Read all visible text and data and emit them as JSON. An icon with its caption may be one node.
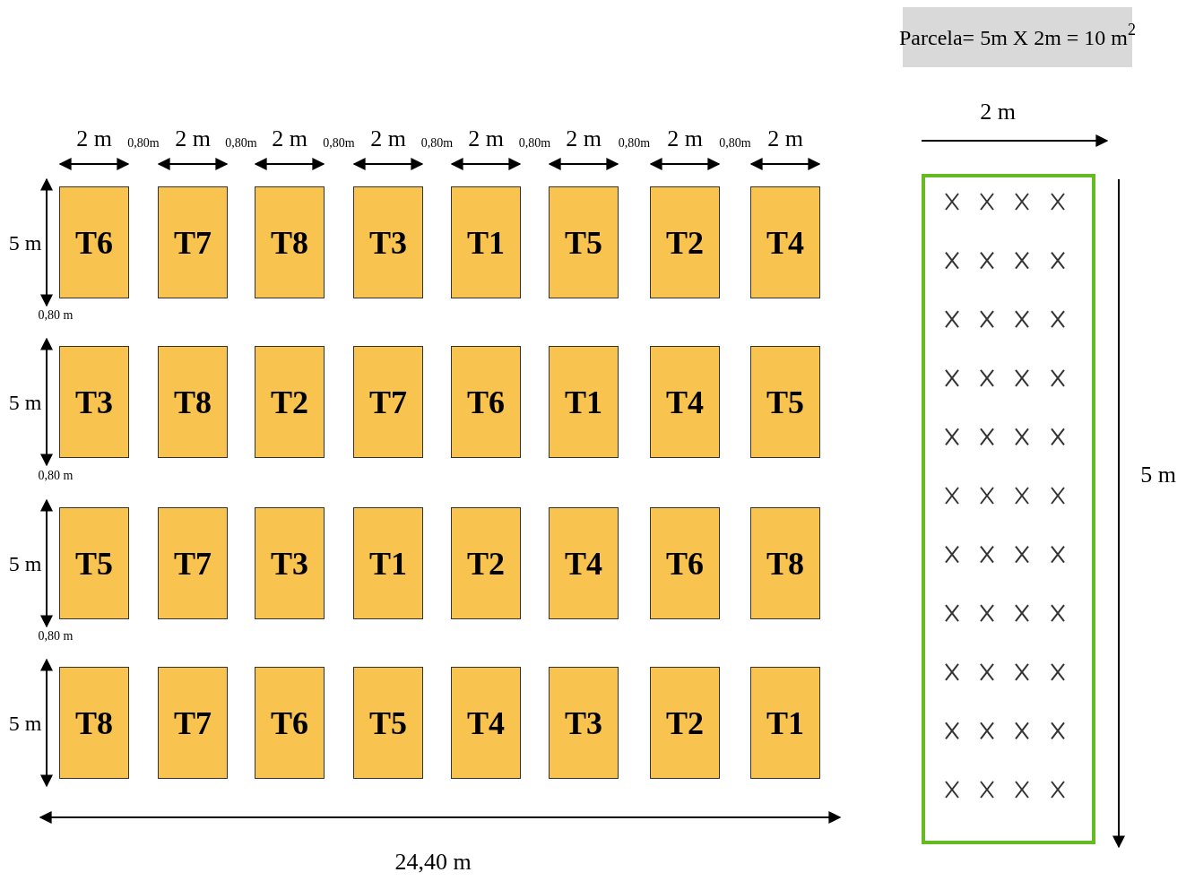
{
  "diagram": {
    "nodes": [
      {
        "text": [
          "T6"
        ]
      },
      {
        "text": [
          "T7"
        ]
      },
      {
        "text": [
          "T8"
        ]
      },
      {
        "text": [
          "T3"
        ]
      },
      {
        "text": [
          "T1"
        ]
      },
      {
        "text": [
          "T5"
        ]
      },
      {
        "text": [
          "T2"
        ]
      },
      {
        "text": [
          "T4"
        ]
      },
      {
        "text": [
          "T3"
        ]
      },
      {
        "text": [
          "T8"
        ]
      },
      {
        "text": [
          "T2"
        ]
      },
      {
        "text": [
          "T7"
        ]
      },
      {
        "text": [
          "T6"
        ]
      },
      {
        "text": [
          "T1"
        ]
      },
      {
        "text": [
          "T4"
        ]
      },
      {
        "text": [
          "T5"
        ]
      },
      {
        "text": [
          "T5"
        ]
      },
      {
        "text": [
          "T7"
        ]
      },
      {
        "text": [
          "T3"
        ]
      },
      {
        "text": [
          "T1"
        ]
      },
      {
        "text": [
          "T2"
        ]
      },
      {
        "text": [
          "T4"
        ]
      },
      {
        "text": [
          "T6"
        ]
      },
      {
        "text": [
          "T8"
        ]
      },
      {
        "text": [
          "T8"
        ]
      },
      {
        "text": [
          "T7"
        ]
      },
      {
        "text": [
          "T6"
        ]
      },
      {
        "text": [
          "T5"
        ]
      },
      {
        "text": [
          "T4"
        ]
      },
      {
        "text": [
          "T3"
        ]
      },
      {
        "text": [
          "T2"
        ]
      },
      {
        "text": [
          "T1"
        ]
      }
    ],
    "labels": [
      "Parcela= 5m X 2m = 10 m$^{2}$",
      "2 m",
      "2 m",
      "0,80m",
      "2 m",
      "0,80m",
      "2 m",
      "0,80m",
      "2 m",
      "0,80m",
      "2 m",
      "0,80m",
      "2 m",
      "0,80m",
      "2 m",
      "0,80m",
      "2 m",
      "5 m",
      "0,80 m",
      "5 m",
      "0,80 m",
      "5 m",
      "0,80 m",
      "5 m",
      "24,40 m",
      "5 m"
    ]
  }
}
